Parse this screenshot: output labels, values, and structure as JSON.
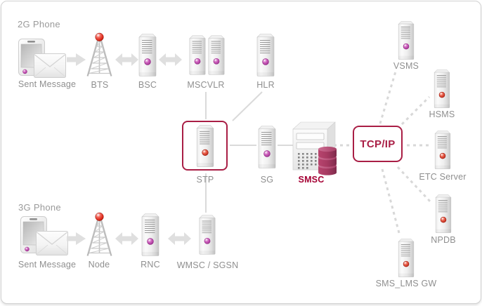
{
  "colors": {
    "accent_border": "#a91e45",
    "smsc_label": "#a50034",
    "connector_line": "#d9d9d9",
    "label_text": "#8f8f8f",
    "magenta_led": "#b13aa0",
    "red_led": "#cc2a1e"
  },
  "flow_2g": {
    "title": "2G Phone",
    "sent_message": "Sent Message",
    "bts": "BTS",
    "bsc": "BSC",
    "mscvlr": "MSCVLR",
    "hlr": "HLR"
  },
  "core": {
    "stp": "STP",
    "sg": "SG",
    "smsc": "SMSC",
    "tcpip": "TCP/IP"
  },
  "servers": {
    "vsms": "VSMS",
    "hsms": "HSMS",
    "etc": "ETC Server",
    "npdb": "NPDB",
    "sms_lms_gw": "SMS_LMS GW"
  },
  "flow_3g": {
    "title": "3G Phone",
    "sent_message": "Sent Message",
    "node": "Node",
    "rnc": "RNC",
    "wmsc_sgsn": "WMSC / SGSN"
  }
}
